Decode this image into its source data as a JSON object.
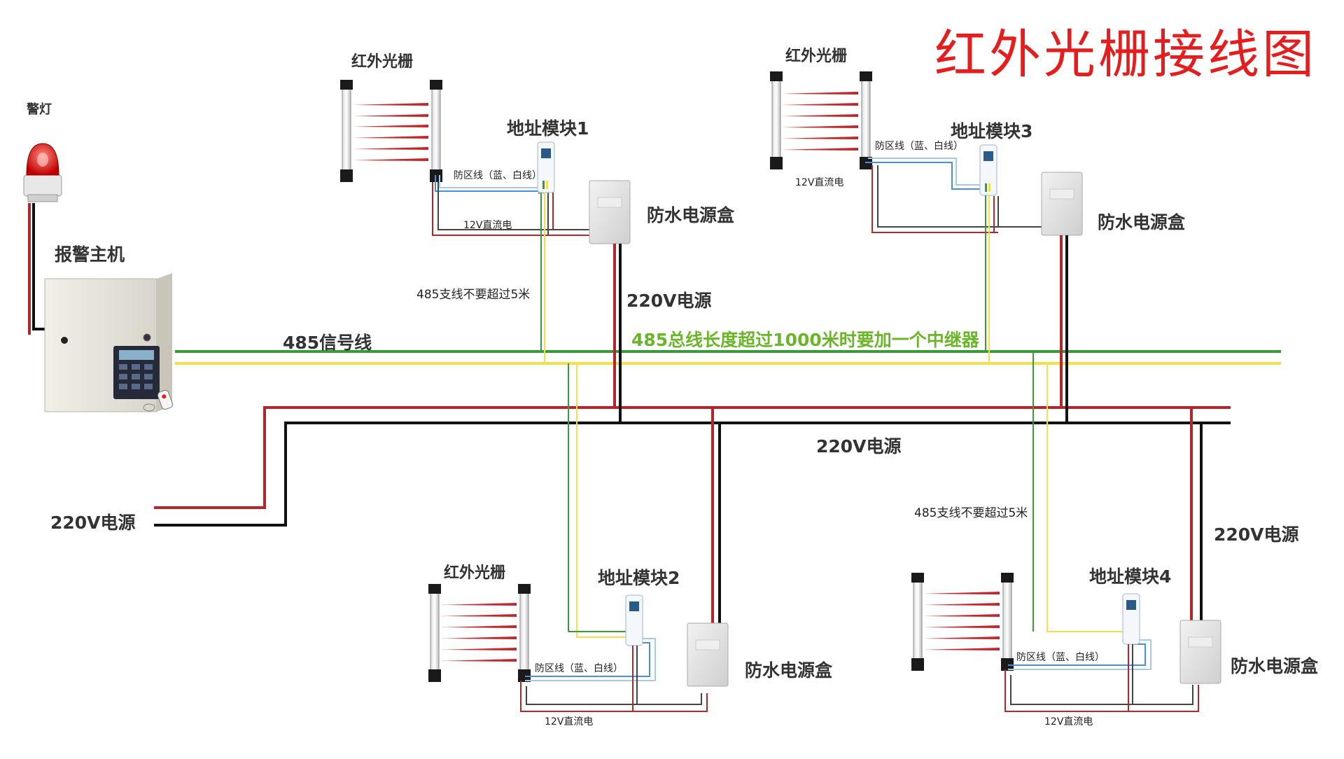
{
  "title": "红外光栅接线图",
  "labels": {
    "alarm_light": "警灯",
    "alarm_host": "报警主机",
    "signal_line": "485信号线",
    "bus_note": "485总线长度超过1000米时要加一个中继器",
    "power_220v": "220V电源",
    "infrared_fence": "红外光栅",
    "address_module_1": "地址模块1",
    "address_module_2": "地址模块2",
    "address_module_3": "地址模块3",
    "address_module_4": "地址模块4",
    "zone_wire": "防区线（蓝、白线）",
    "dc_12v": "12V直流电",
    "waterproof_power_box": "防水电源盒",
    "branch_note": "485支线不要超过5米"
  },
  "colors": {
    "title": "#e41e1e",
    "signal_green": "#3a9a3a",
    "signal_yellow": "#f2e04a",
    "power_red": "#b3262b",
    "power_black": "#111111",
    "zone_blue": "#4a90d9",
    "beam_red": "#c0282d",
    "label_green": "#6bb52a"
  },
  "icons": [
    "alarm-light-icon",
    "alarm-host-icon",
    "infrared-fence-icon",
    "address-module-icon",
    "power-box-icon",
    "remote-icon"
  ]
}
